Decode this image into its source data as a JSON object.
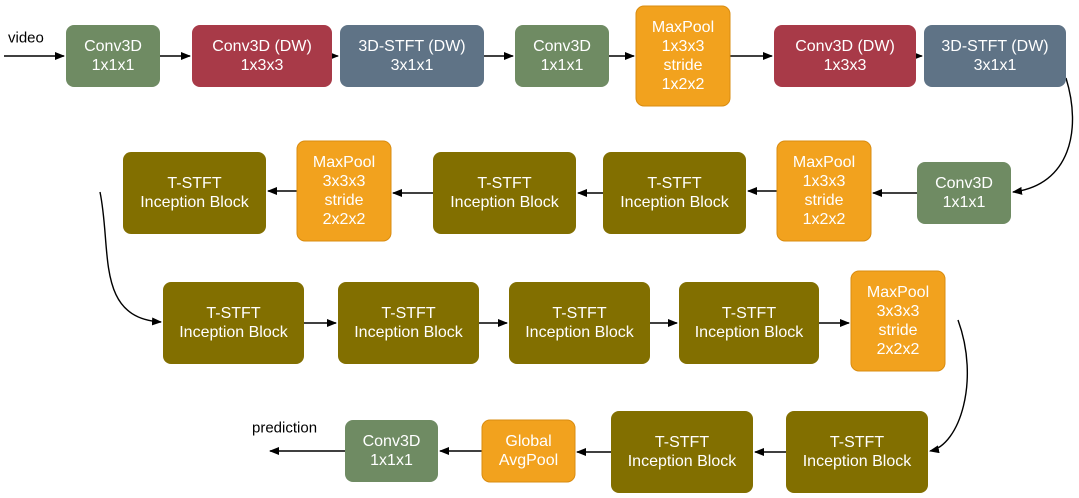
{
  "colors": {
    "conv3d": "#6f8b63",
    "conv3d_dw": "#a83a48",
    "stft_dw": "#5f7386",
    "maxpool": "#f2a21e",
    "inception": "#826f00",
    "text_light": "#ffffff",
    "text_maxpool": "#ffffff",
    "text_globalpool": "#ffffff"
  },
  "input_label": "video",
  "output_label": "prediction",
  "nodes": [
    {
      "id": "n1",
      "type": "conv3d",
      "lines": [
        "Conv3D",
        "1x1x1"
      ]
    },
    {
      "id": "n2",
      "type": "conv3d_dw",
      "lines": [
        "Conv3D (DW)",
        "1x3x3"
      ]
    },
    {
      "id": "n3",
      "type": "stft_dw",
      "lines": [
        "3D-STFT (DW)",
        "3x1x1"
      ]
    },
    {
      "id": "n4",
      "type": "conv3d",
      "lines": [
        "Conv3D",
        "1x1x1"
      ]
    },
    {
      "id": "n5",
      "type": "maxpool",
      "lines": [
        "MaxPool",
        "1x3x3",
        "stride",
        "1x2x2"
      ]
    },
    {
      "id": "n6",
      "type": "conv3d_dw",
      "lines": [
        "Conv3D (DW)",
        "1x3x3"
      ]
    },
    {
      "id": "n7",
      "type": "stft_dw",
      "lines": [
        "3D-STFT (DW)",
        "3x1x1"
      ]
    },
    {
      "id": "n8",
      "type": "conv3d",
      "lines": [
        "Conv3D",
        "1x1x1"
      ]
    },
    {
      "id": "n9",
      "type": "maxpool",
      "lines": [
        "MaxPool",
        "1x3x3",
        "stride",
        "1x2x2"
      ]
    },
    {
      "id": "n10",
      "type": "inception",
      "lines": [
        "T-STFT",
        "Inception Block"
      ]
    },
    {
      "id": "n11",
      "type": "inception",
      "lines": [
        "T-STFT",
        "Inception Block"
      ]
    },
    {
      "id": "n12",
      "type": "maxpool",
      "lines": [
        "MaxPool",
        "3x3x3",
        "stride",
        "2x2x2"
      ]
    },
    {
      "id": "n13",
      "type": "inception",
      "lines": [
        "T-STFT",
        "Inception Block"
      ]
    },
    {
      "id": "n14",
      "type": "inception",
      "lines": [
        "T-STFT",
        "Inception Block"
      ]
    },
    {
      "id": "n15",
      "type": "inception",
      "lines": [
        "T-STFT",
        "Inception Block"
      ]
    },
    {
      "id": "n16",
      "type": "inception",
      "lines": [
        "T-STFT",
        "Inception Block"
      ]
    },
    {
      "id": "n17",
      "type": "inception",
      "lines": [
        "T-STFT",
        "Inception Block"
      ]
    },
    {
      "id": "n18",
      "type": "maxpool",
      "lines": [
        "MaxPool",
        "3x3x3",
        "stride",
        "2x2x2"
      ]
    },
    {
      "id": "n19",
      "type": "inception",
      "lines": [
        "T-STFT",
        "Inception Block"
      ]
    },
    {
      "id": "n20",
      "type": "inception",
      "lines": [
        "T-STFT",
        "Inception Block"
      ]
    },
    {
      "id": "n21",
      "type": "maxpool",
      "lines": [
        "Global",
        "AvgPool"
      ]
    },
    {
      "id": "n22",
      "type": "conv3d",
      "lines": [
        "Conv3D",
        "1x1x1"
      ]
    }
  ]
}
